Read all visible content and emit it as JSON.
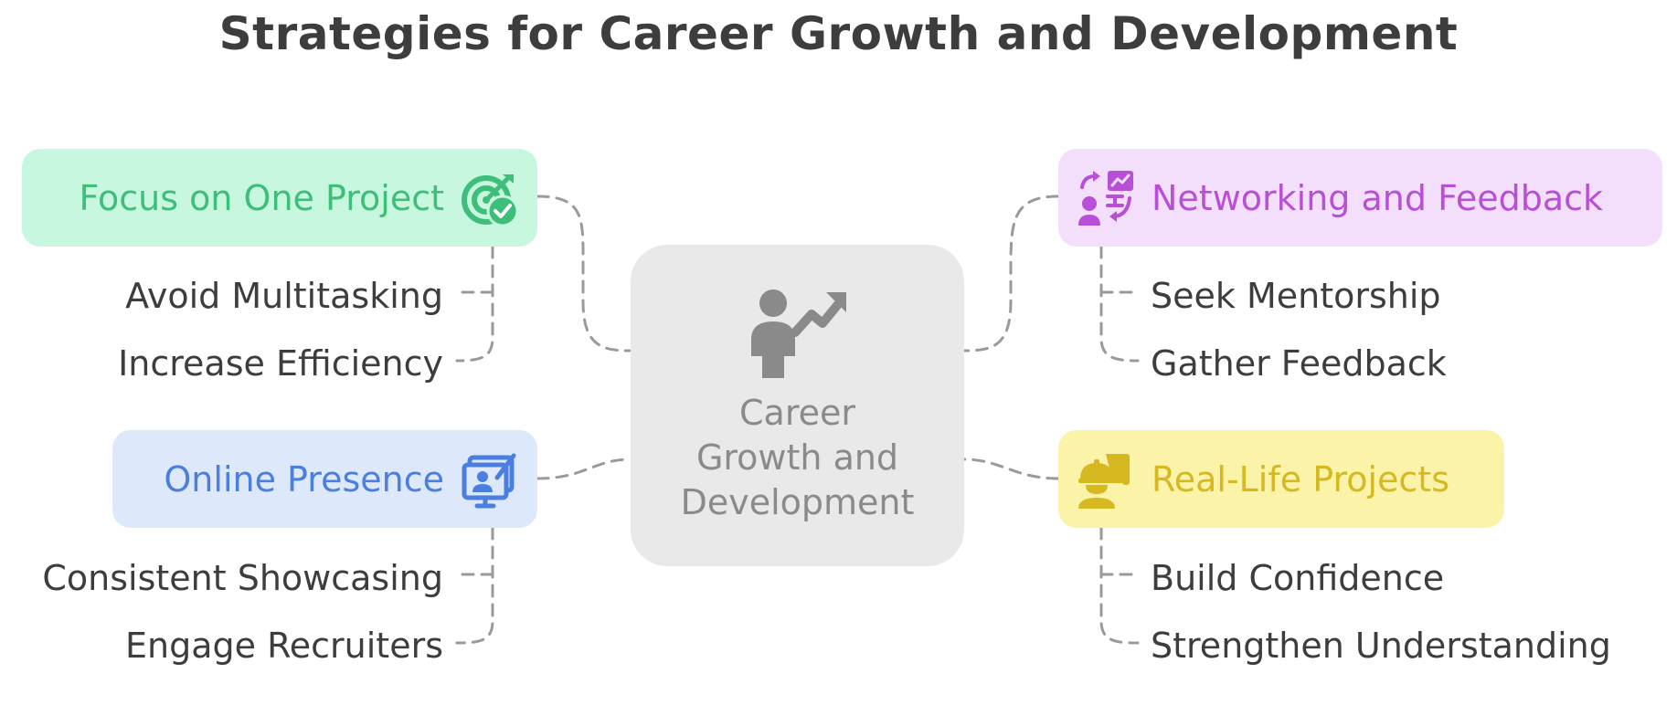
{
  "title": "Strategies for Career Growth and Development",
  "center": {
    "lines": [
      "Career",
      "Growth and",
      "Development"
    ],
    "icon": "person-growth-icon",
    "color": "#8a8a8a"
  },
  "branches": [
    {
      "label": "Focus on One Project",
      "icon": "target-check-icon",
      "color": "#3dbf7a",
      "bg": "#c8f7e0",
      "items": [
        "Avoid Multitasking",
        "Increase Efficiency"
      ]
    },
    {
      "label": "Online Presence",
      "icon": "profile-screen-icon",
      "color": "#4a7fe0",
      "bg": "#dde8fb",
      "items": [
        "Consistent Showcasing",
        "Engage Recruiters"
      ]
    },
    {
      "label": "Networking and Feedback",
      "icon": "mentor-exchange-icon",
      "color": "#b84fd6",
      "bg": "#f3dffb",
      "items": [
        "Seek Mentorship",
        "Gather Feedback"
      ]
    },
    {
      "label": "Real-Life Projects",
      "icon": "worker-blueprint-icon",
      "color": "#d6b820",
      "bg": "#fbf3a8",
      "items": [
        "Build Confidence",
        "Strengthen Understanding"
      ]
    }
  ]
}
